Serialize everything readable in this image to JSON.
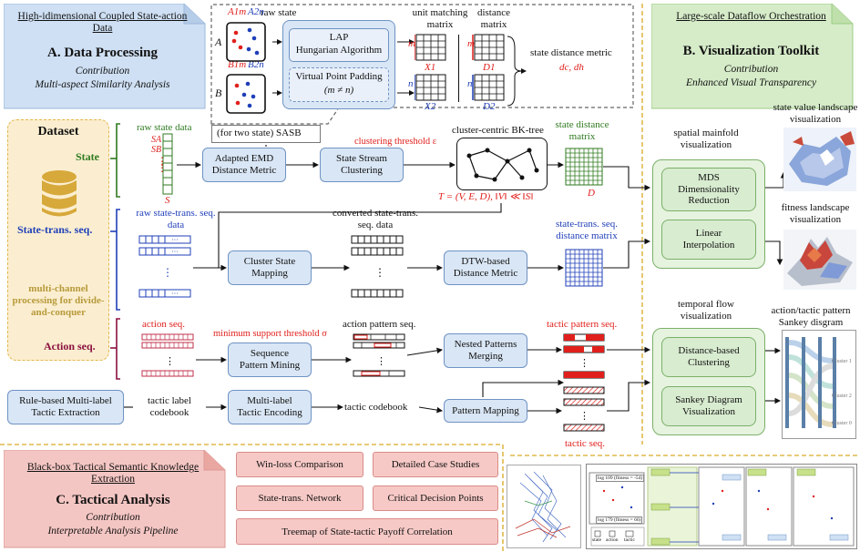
{
  "panel_a": {
    "subtitle": "High-idimensional Coupled State-action Data",
    "title": "A. Data Processing",
    "contribution": "Contribution",
    "desc": "Multi-aspect Similarity Analysis"
  },
  "panel_b": {
    "subtitle": "Large-scale Dataflow Orchestration",
    "title": "B. Visualization Toolkit",
    "contribution": "Contribution",
    "desc": "Enhanced Visual Transparency"
  },
  "panel_c": {
    "subtitle": "Black-box Tactical Semantic Knowledge Extraction",
    "title": "C. Tactical Analysis",
    "contribution": "Contribution",
    "desc": "Interpretable Analysis Pipeline",
    "items": [
      "Win-loss Comparison",
      "Detailed Case Studies",
      "State-trans. Network",
      "Critical Decision Points",
      "Treemap of State-tactic Payoff Correlation"
    ]
  },
  "dataset": {
    "title": "Dataset",
    "state": "State",
    "state_trans": "State-trans. seq.",
    "multichannel": "multi-channel processing for divide-and-conquer",
    "action": "Action seq."
  },
  "inset": {
    "raw_state": "raw state",
    "label_a": "A",
    "label_b": "B",
    "lap": "LAP",
    "hungarian": "Hungarian Algorithm",
    "padding": "Virtual Point Padding",
    "padding_cond": "(m ≠ n)",
    "unit_matching": "unit matching matrix",
    "distance_matrix": "distance matrix",
    "state_distance_metric": "state distance metric",
    "metric_symbols": "dc, dh",
    "x1": "X1",
    "x2": "X2",
    "d1": "D1",
    "d2": "D2",
    "m": "m",
    "n": "n",
    "am1": "A1m",
    "an2": "A2n",
    "bm1": "B1m",
    "bn2": "B2n"
  },
  "state_row": {
    "raw_state_data": "raw state data",
    "sa": "SA",
    "sb": "SB",
    "s": "S",
    "for_two_state": "(for two state) SASB",
    "adapted_emd": "Adapted EMD\nDistance Metric",
    "stream_clustering": "State Stream\nClustering",
    "clustering_threshold": "clustering threshold ε",
    "bktree": "cluster-centric BK-tree",
    "tree_formula": "T = (V, E, D), ‖V‖ ≪ ‖S‖",
    "state_distance_matrix": "state distance matrix",
    "d": "D"
  },
  "trans_row": {
    "raw": "raw state-trans. seq. data",
    "converted": "converted state-trans. seq. data",
    "cluster_mapping": "Cluster State\nMapping",
    "dtw": "DTW-based\nDistance Metric",
    "matrix": "state-trans. seq. distance matrix"
  },
  "action_row": {
    "action_seq": "action seq.",
    "min_support": "minimum support threshold σ",
    "pattern_seq": "action pattern seq.",
    "seq_mining": "Sequence\nPattern Mining",
    "nested": "Nested Patterns\nMerging",
    "tactic_pattern_seq": "tactic pattern seq."
  },
  "tactic_row": {
    "rule_based": "Rule-based Multi-label\nTactic Extraction",
    "label_codebook": "tactic label\ncodebook",
    "multilabel": "Multi-label\nTactic Encoding",
    "tactic_codebook": "tactic codebook",
    "pattern_mapping": "Pattern Mapping",
    "tactic_seq": "tactic seq."
  },
  "viz": {
    "spatial": "spatial mainfold visualization",
    "mds": "MDS\nDimensionality\nReduction",
    "linear": "Linear\nInterpolation",
    "temporal": "temporal flow visualization",
    "distance_clustering": "Distance-based\nClustering",
    "sankey": "Sankey Diagram\nVisualization",
    "state_value_landscape": "state value landscape visualization",
    "fitness_landscape": "fitness landscape visualization",
    "action_sankey": "action/tactic pattern Sankey disgram",
    "cluster1": "Cluster 1",
    "cluster2": "Cluster 2",
    "cluster0": "Cluster 0"
  },
  "case": {
    "log1": "log 109 (fitness = -54)",
    "log2": "log 179 (fitness = 66)",
    "legend_state": "state",
    "legend_action": "action",
    "legend_tactic": "tactic"
  },
  "colors": {
    "blue_box": "#d9e6f5",
    "green_box": "#d8ecd0",
    "red_box": "#f6c9c6",
    "gold": "#e0b84a",
    "blue_text": "#1f3fb8",
    "red_text": "#e0201c",
    "green_text": "#2f7a1f",
    "purple_text": "#8a1040"
  }
}
